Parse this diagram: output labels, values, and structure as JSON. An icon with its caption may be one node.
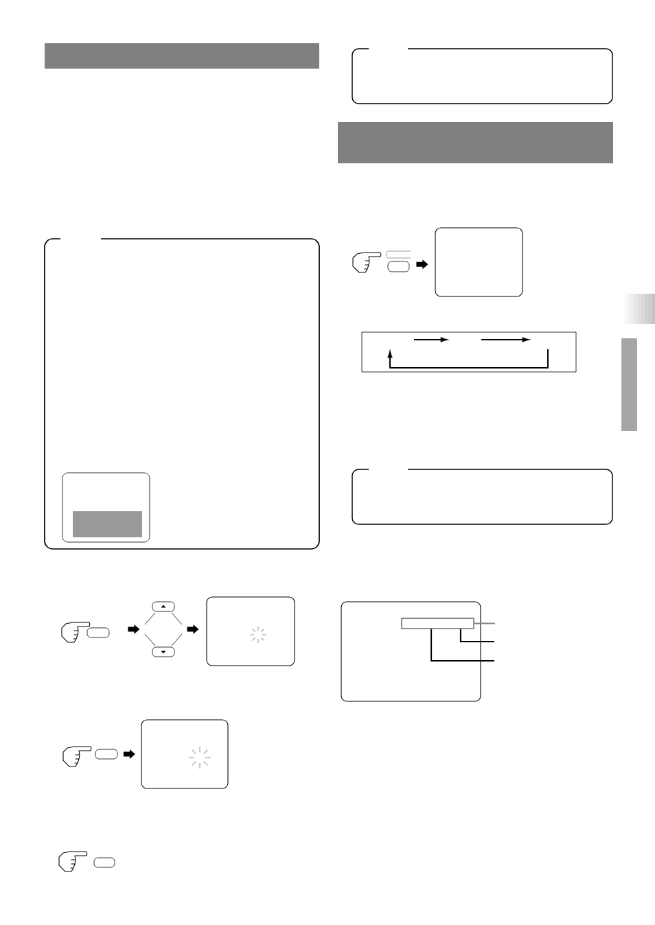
{
  "diagram": {
    "nodes": [
      {
        "text": [],
        "shape": "box"
      },
      {
        "text": [],
        "shape": "box"
      },
      {
        "text": [],
        "shape": "box"
      },
      {
        "text": [],
        "shape": "box"
      },
      {
        "text": [],
        "shape": "box"
      },
      {
        "text": [],
        "shape": "box"
      },
      {
        "text": [],
        "shape": "box"
      },
      {
        "text": [],
        "shape": "box"
      },
      {
        "text": [],
        "shape": "box"
      },
      {
        "text": [],
        "shape": "box"
      },
      {
        "text": [],
        "shape": "box",
        "in": 9
      }
    ],
    "edges": [
      {
        "from": 0,
        "to": null,
        "arrow": "to"
      },
      {
        "from": null,
        "to": 3,
        "arrow": "to"
      },
      {
        "from": 4,
        "to": 5,
        "arrow": "to"
      },
      {
        "from": 7,
        "to": 8,
        "arrow": "to"
      },
      {
        "from": 10,
        "to": null,
        "arrow": "none",
        "color": "#808080"
      },
      {
        "from": 10,
        "to": null,
        "arrow": "none"
      },
      {
        "from": 10,
        "to": null,
        "arrow": "none"
      }
    ]
  }
}
